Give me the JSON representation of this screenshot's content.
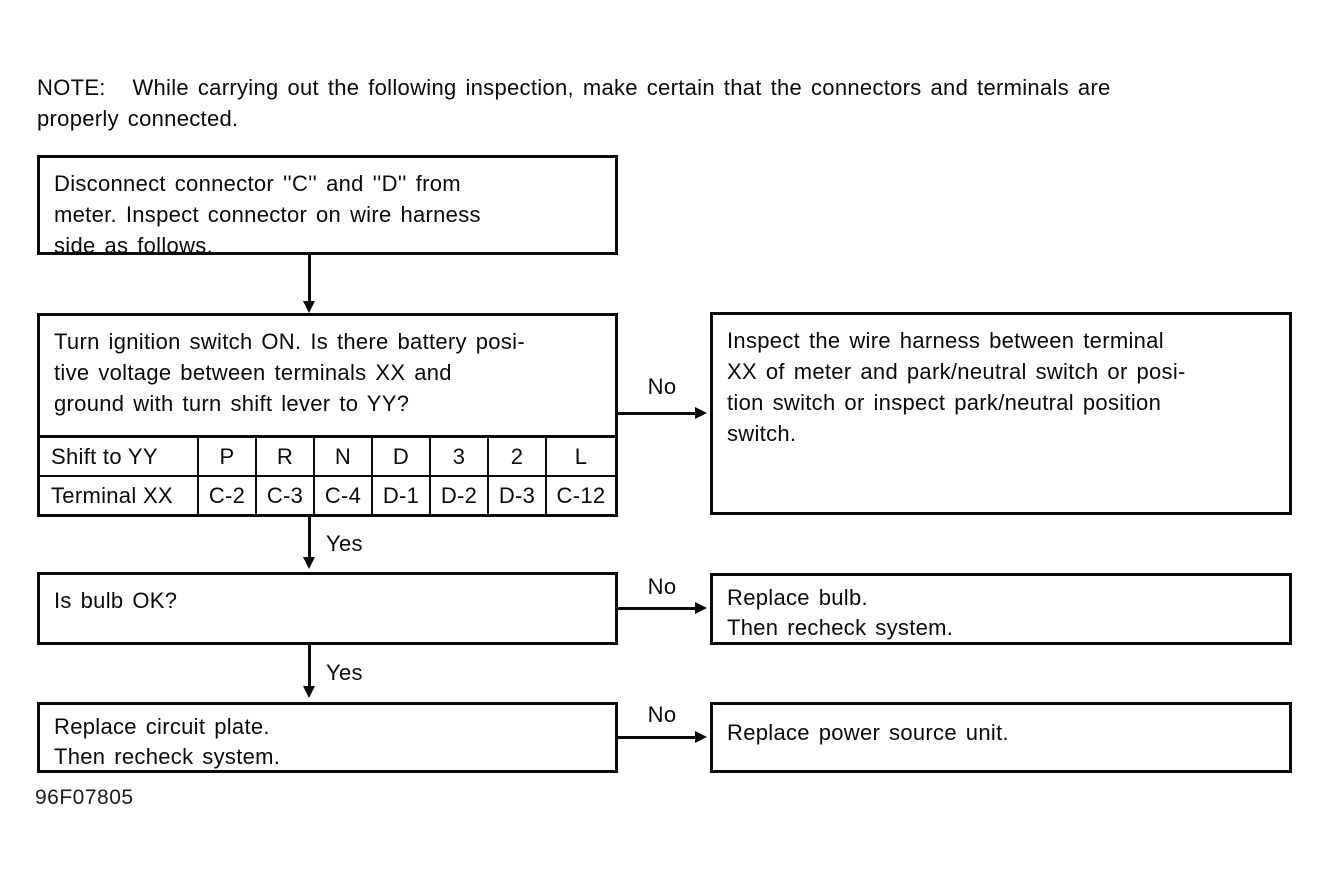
{
  "note": {
    "lines": [
      "NOTE:   While carrying out the following inspection, make certain that the connectors and terminals are",
      "properly connected."
    ]
  },
  "flowchart": {
    "step1": {
      "lines": [
        "Disconnect connector ''C'' and ''D'' from",
        "meter. Inspect connector on wire harness",
        "side as follows."
      ]
    },
    "step2_question": {
      "lines": [
        "Turn ignition switch ON. Is there battery posi-",
        "tive voltage between terminals XX and",
        "ground with turn shift lever to YY?"
      ]
    },
    "decision_table": {
      "rows": [
        {
          "cells": [
            "Shift to YY",
            "P",
            "R",
            "N",
            "D",
            "3",
            "2",
            "L"
          ]
        },
        {
          "cells": [
            "Terminal XX",
            "C-2",
            "C-3",
            "C-4",
            "D-1",
            "D-2",
            "D-3",
            "C-12"
          ]
        }
      ]
    },
    "step2_no_action": {
      "lines": [
        "Inspect the wire harness between terminal",
        "XX of meter and park/neutral switch or posi-",
        "tion switch or inspect park/neutral position",
        "switch."
      ]
    },
    "step3_question": {
      "lines": [
        "Is bulb OK?"
      ]
    },
    "step3_no_action": {
      "lines": [
        "Replace bulb.",
        "Then recheck system."
      ]
    },
    "step4_action": {
      "lines": [
        "Replace circuit plate.",
        "Then recheck system."
      ]
    },
    "step4_no_action": {
      "lines": [
        "Replace power source unit."
      ]
    },
    "connectors": {
      "no1": "No",
      "no2": "No",
      "no3": "No",
      "yes1": "Yes",
      "yes2": "Yes"
    }
  },
  "figure_code": "96F07805",
  "colors": {
    "ink": "#0a0a0a",
    "paper": "#ffffff"
  }
}
